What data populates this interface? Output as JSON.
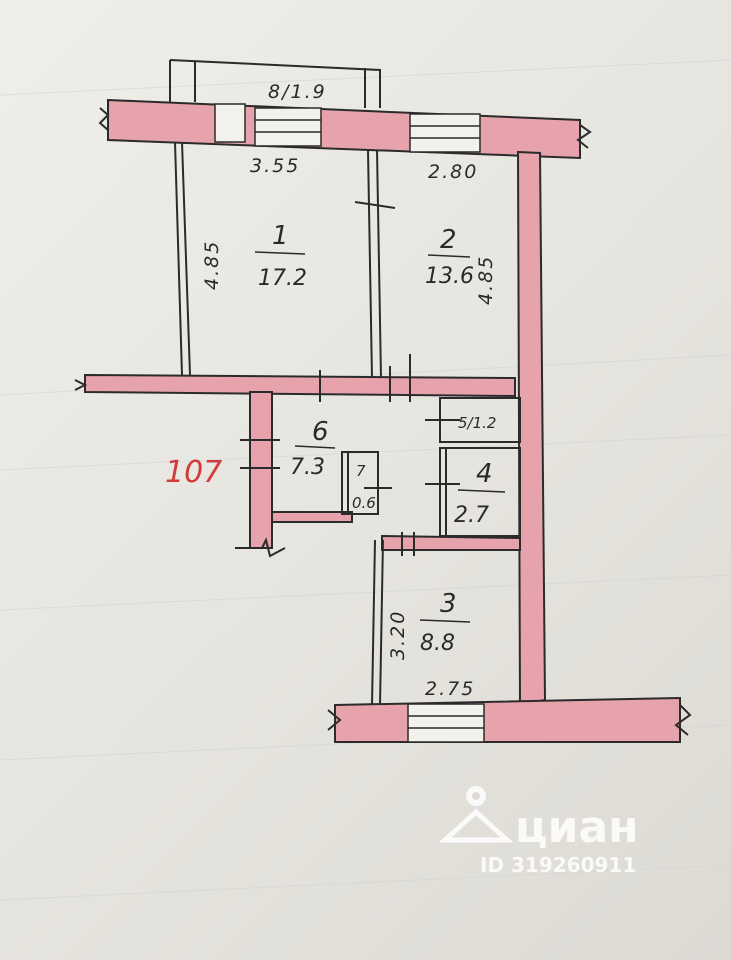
{
  "plan": {
    "balcony_label": "8/1.9",
    "apartment_number": "107",
    "rooms": [
      {
        "no": "1",
        "area": "17.2",
        "width": "3.55",
        "length": "4.85"
      },
      {
        "no": "2",
        "area": "13.6",
        "width": "2.80",
        "length": "4.85"
      },
      {
        "no": "3",
        "area": "8.8",
        "width": "2.75",
        "length": "3.20"
      },
      {
        "no": "4",
        "area": "2.7"
      },
      {
        "no": "6",
        "area": "7.3"
      },
      {
        "no": "7",
        "area": "0.6"
      }
    ],
    "room5_label": "5/1.2"
  },
  "watermark": {
    "brand": "циан",
    "id_text": "ID 319260911"
  },
  "colors": {
    "wall_fill": "#e7a3ab",
    "line": "#2b2b2b",
    "apartment_number": "#d23b3b"
  }
}
